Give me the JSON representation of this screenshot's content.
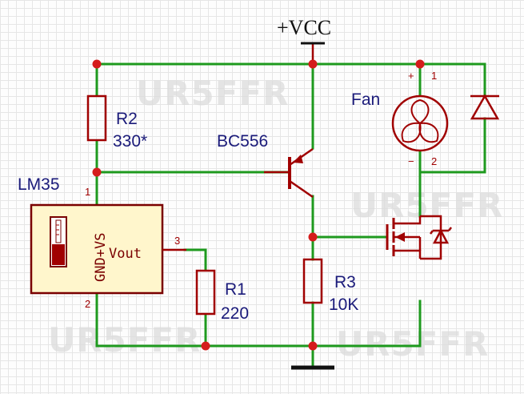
{
  "supply_label": "+VCC",
  "watermark": "UR5FFR",
  "components": {
    "r2": {
      "ref": "R2",
      "value": "330*"
    },
    "r1": {
      "ref": "R1",
      "value": "220"
    },
    "r3": {
      "ref": "R3",
      "value": "10K"
    },
    "q1": {
      "ref": "BC556"
    },
    "u1": {
      "ref": "LM35",
      "pin_vs": "+VS",
      "pin_gnd": "GND",
      "pin_vout": "Vout"
    },
    "fan": {
      "ref": "Fan",
      "plus": "+",
      "minus": "−"
    }
  },
  "pins": {
    "lm35_1": "1",
    "lm35_2": "2",
    "lm35_3": "3",
    "fan_1": "1",
    "fan_2": "2"
  },
  "colors": {
    "wire": "#1e9a1e",
    "component": "#a00000",
    "junction": "#d51c1c",
    "ic_fill": "#fff6cc",
    "label": "#1a1a7a"
  }
}
